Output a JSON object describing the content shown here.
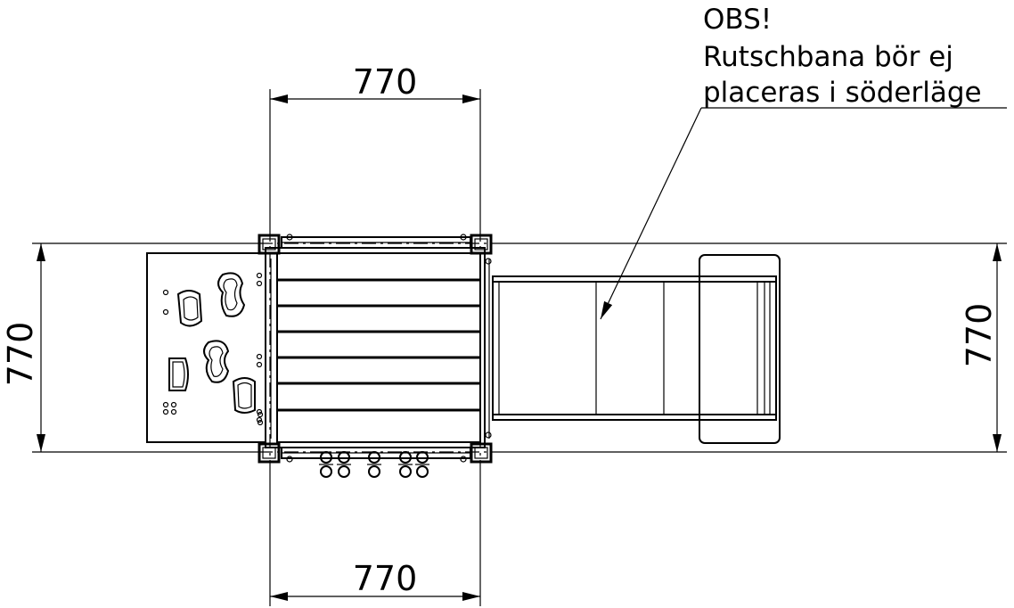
{
  "dimensions": {
    "top_width": "770",
    "bottom_width": "770",
    "left_height": "770",
    "right_height": "770"
  },
  "note": {
    "line1": "OBS!",
    "line2": "Rutschbana bör ej",
    "line3": "placeras i söderläge"
  }
}
